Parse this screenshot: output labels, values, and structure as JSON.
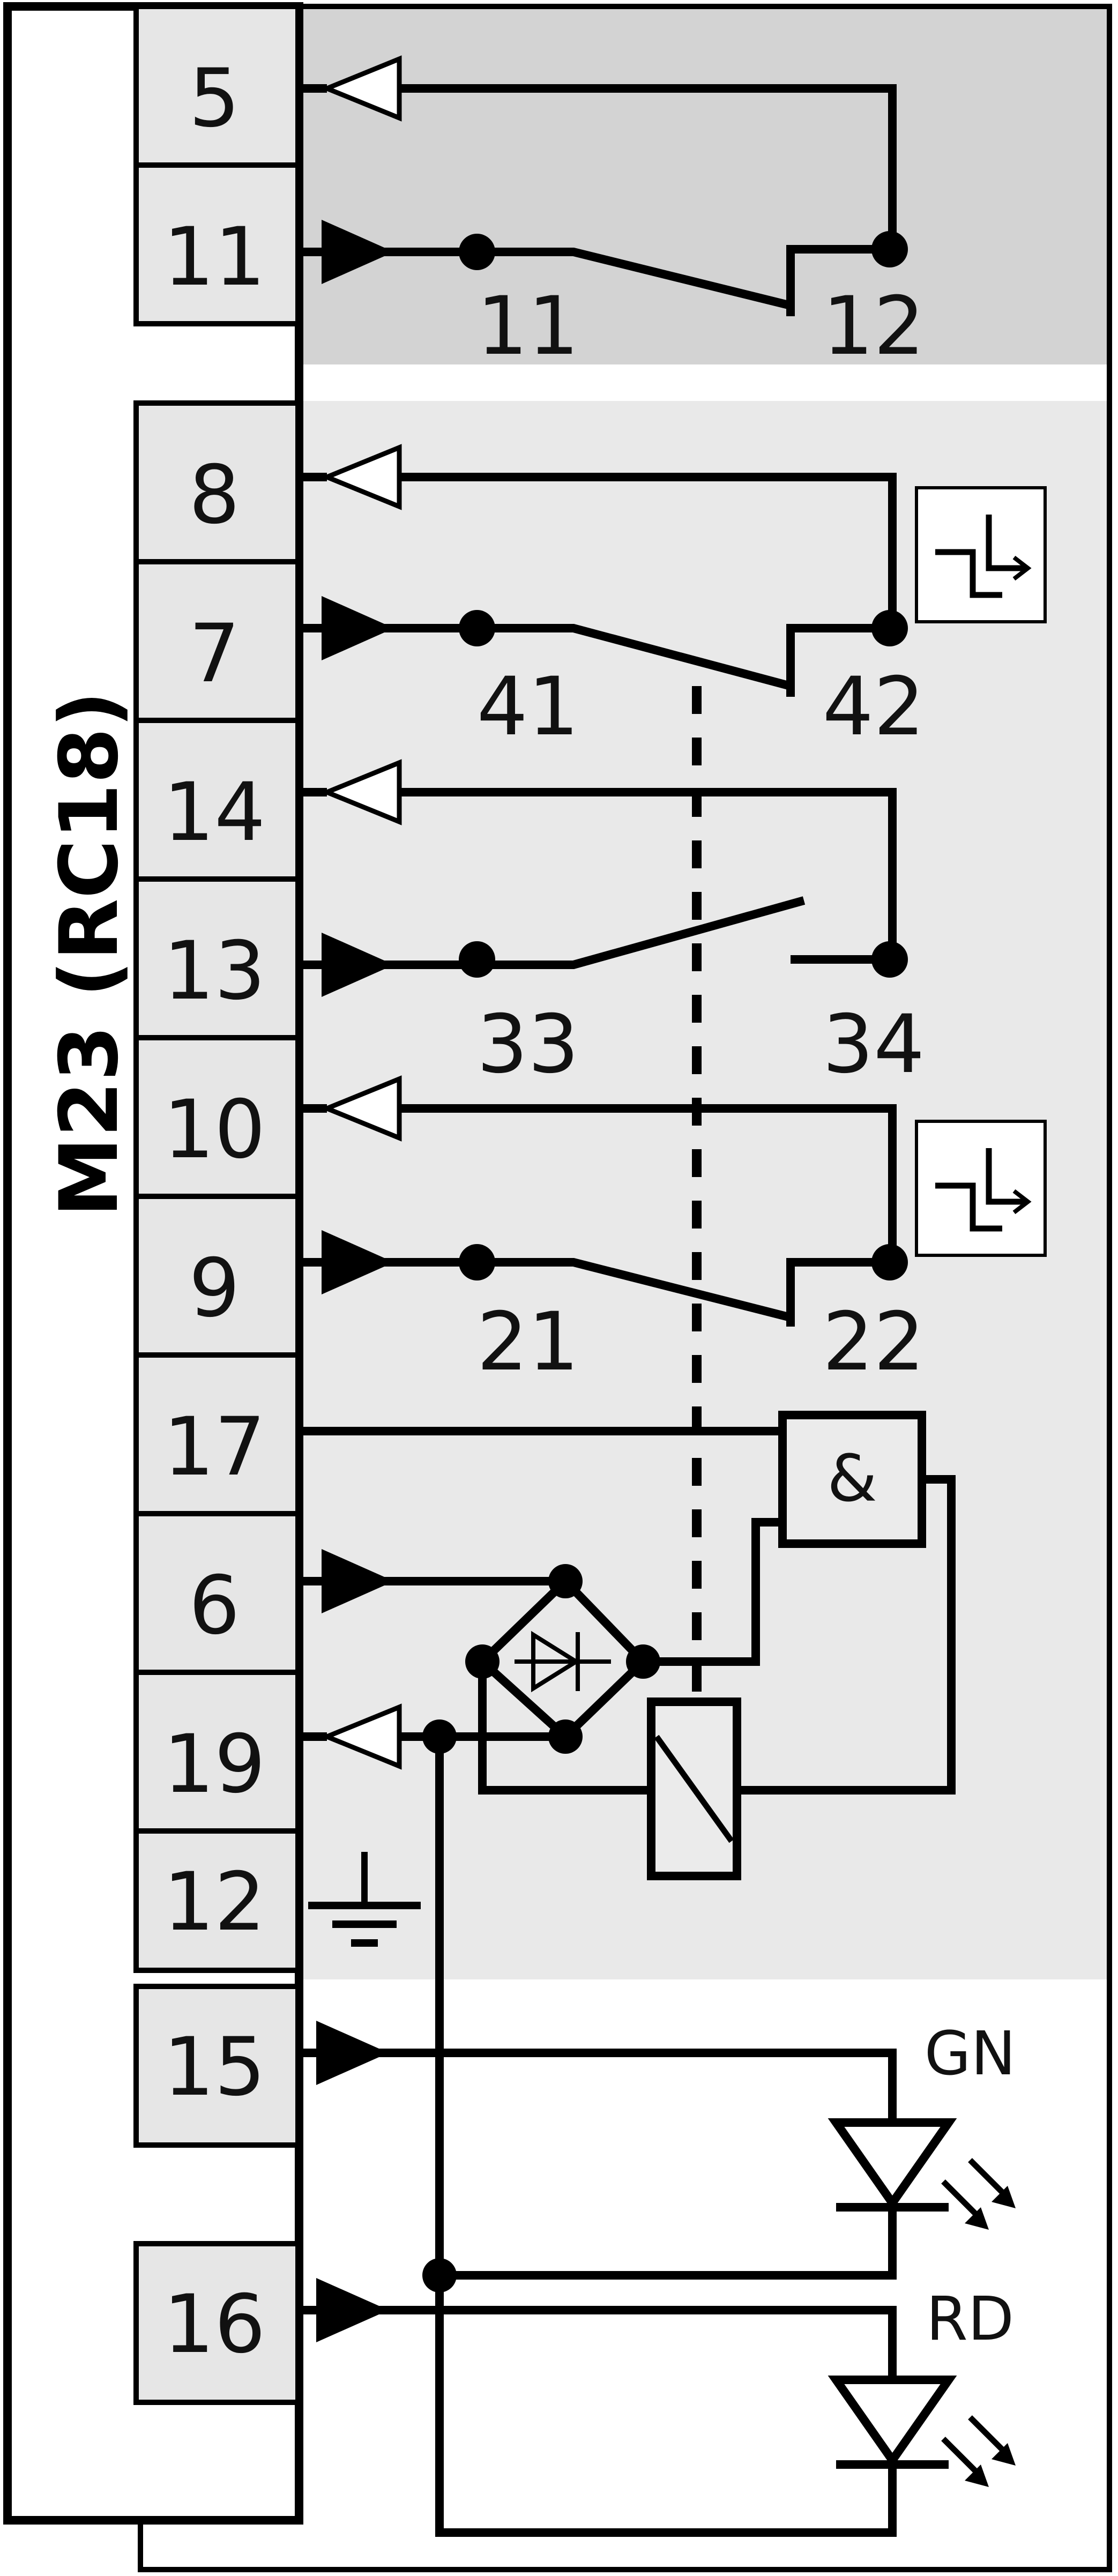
{
  "connector_label": "M23 (RC18)",
  "pins": [
    "5",
    "11",
    "8",
    "7",
    "14",
    "13",
    "10",
    "9",
    "17",
    "6",
    "19",
    "12",
    "15",
    "16"
  ],
  "contacts": {
    "c1": [
      "11",
      "12"
    ],
    "c2": [
      "41",
      "42"
    ],
    "c3": [
      "33",
      "34"
    ],
    "c4": [
      "21",
      "22"
    ]
  },
  "gate_symbol": "&",
  "leds": [
    "GN",
    "RD"
  ],
  "colors": {
    "line": "#000000",
    "pin_fill": "#e6e6e6",
    "band_dark": "#d3d3d3",
    "band_light": "#e9e9e9"
  },
  "icons": [
    "pushbutton-contact-icon",
    "diode-icon",
    "ground-icon",
    "coil-icon",
    "led-icon"
  ]
}
